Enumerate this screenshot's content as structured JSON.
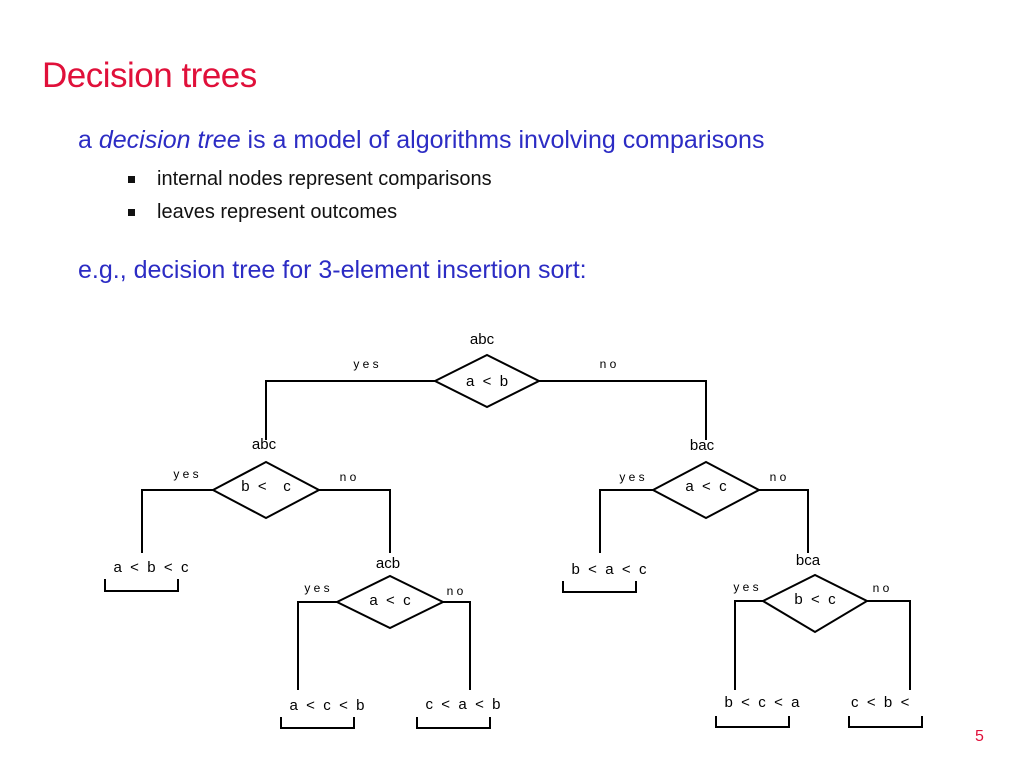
{
  "slide": {
    "title": "Decision trees",
    "lead": {
      "prefix": "a ",
      "term": "decision tree",
      "suffix": " is a model of algorithms involving comparisons"
    },
    "bullets": [
      "internal nodes represent comparisons",
      "leaves represent outcomes"
    ],
    "example": "e.g., decision tree for 3-element insertion sort:",
    "page_number": "5"
  },
  "tree": {
    "yes_label": "y e s",
    "no_label": "n o",
    "decisions": [
      {
        "id": "d-root",
        "label": "a  <  b",
        "state": "abc"
      },
      {
        "id": "d-left",
        "label": "b  <    c",
        "state": "abc"
      },
      {
        "id": "d-right",
        "label": "a  <  c",
        "state": "bac"
      },
      {
        "id": "d-left-no",
        "label": "a  <  c",
        "state": "acb"
      },
      {
        "id": "d-right-no",
        "label": "b  <  c",
        "state": "bca"
      }
    ],
    "leaves": [
      {
        "id": "leaf-1",
        "label": "a  <  b  <  c"
      },
      {
        "id": "leaf-2",
        "label": "a  <  c  <  b"
      },
      {
        "id": "leaf-3",
        "label": "c  <  a  <  b"
      },
      {
        "id": "leaf-4",
        "label": "b  <  a  <  c"
      },
      {
        "id": "leaf-5",
        "label": "b  <  c  <  a"
      },
      {
        "id": "leaf-6",
        "label": "c  <  b  <"
      }
    ]
  }
}
